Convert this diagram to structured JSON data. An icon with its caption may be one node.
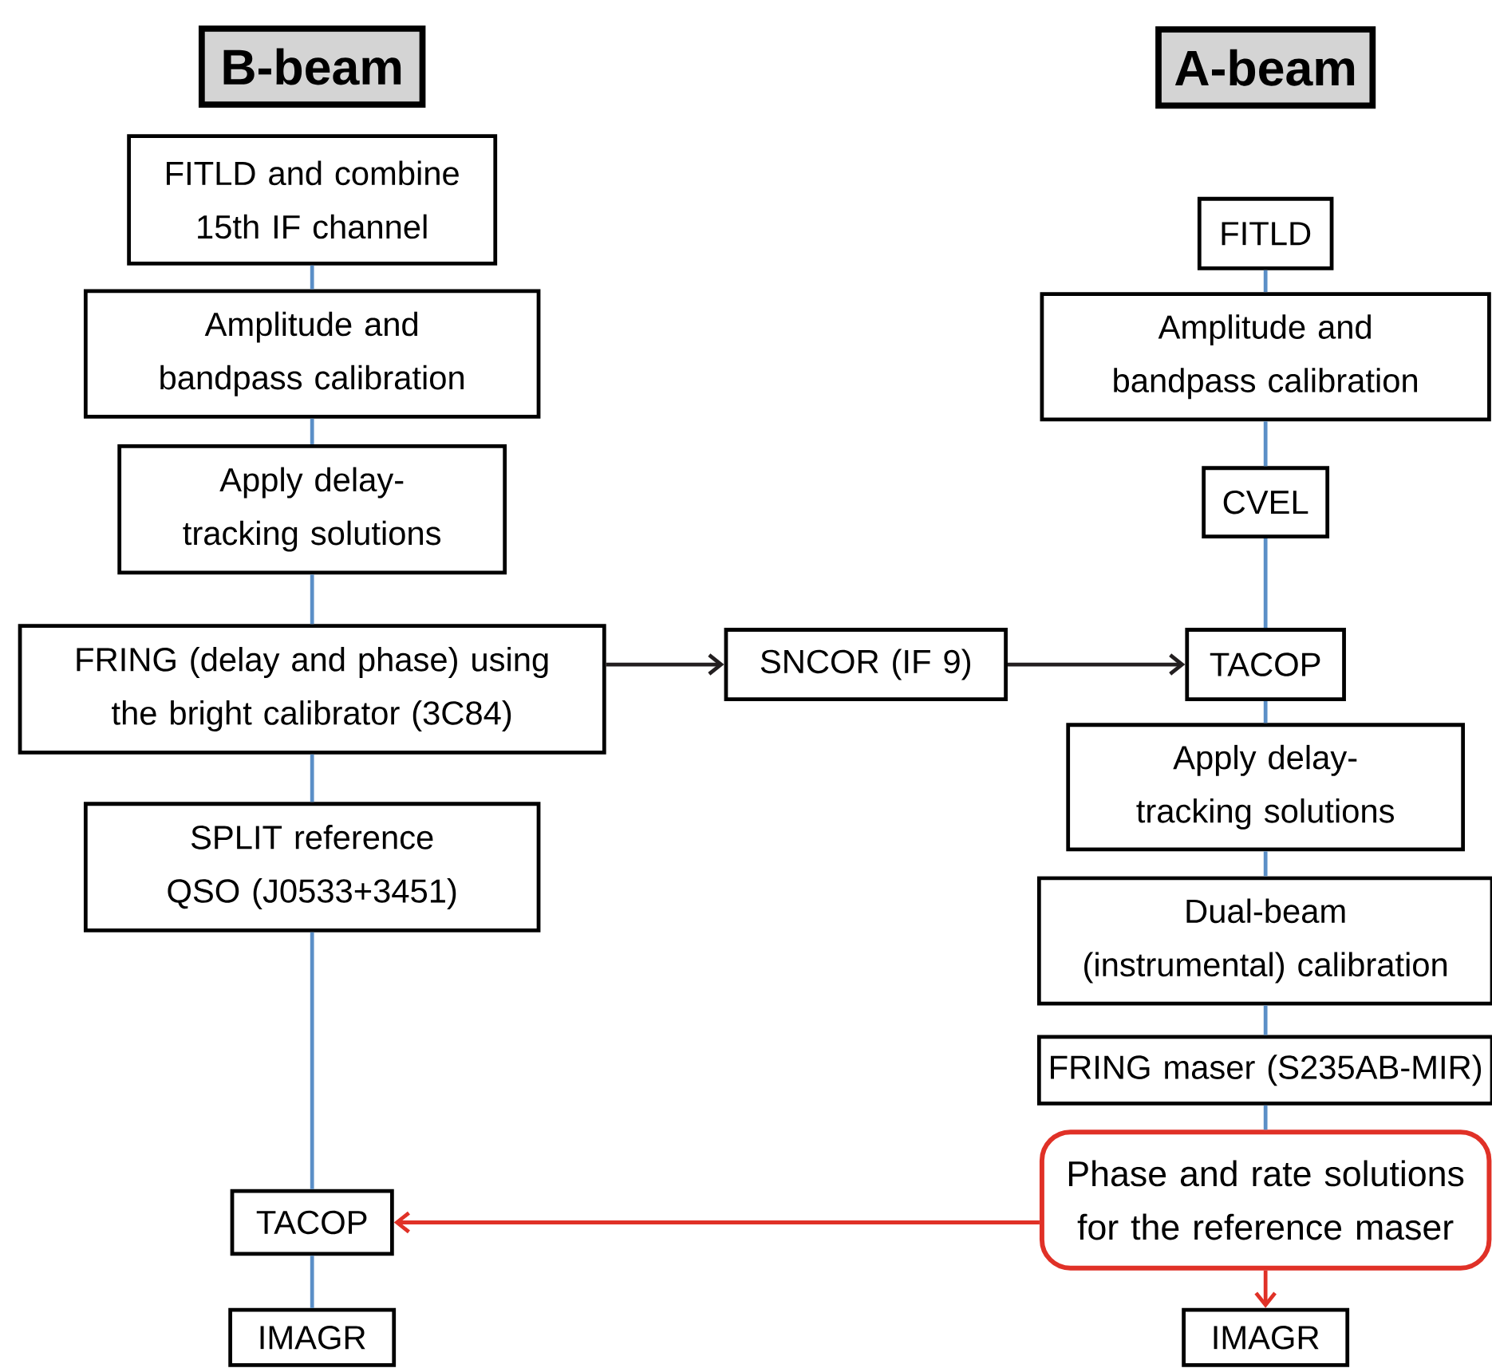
{
  "diagram": {
    "nodes": [
      {
        "text": [
          "B-beam"
        ]
      },
      {
        "text": [
          "A-beam"
        ]
      },
      {
        "text": [
          "FITLD and combine 15th IF channel"
        ]
      },
      {
        "text": [
          "Amplitude and bandpass calibration"
        ]
      },
      {
        "text": [
          "Apply delay-tracking solutions"
        ]
      },
      {
        "text": [
          "FRING (delay and phase) using the bright calibrator (3C84)"
        ]
      },
      {
        "text": [
          "SPLIT reference QSO (J0533+3451)"
        ]
      },
      {
        "text": [
          "TACOP"
        ]
      },
      {
        "text": [
          "IMAGR"
        ]
      },
      {
        "text": [
          "SNCOR (IF 9)"
        ]
      },
      {
        "text": [
          "FITLD"
        ]
      },
      {
        "text": [
          "Amplitude and bandpass calibration"
        ]
      },
      {
        "text": [
          "CVEL"
        ]
      },
      {
        "text": [
          "TACOP"
        ]
      },
      {
        "text": [
          "Apply delay-tracking solutions"
        ]
      },
      {
        "text": [
          "Dual-beam (instrumental) calibration"
        ]
      },
      {
        "text": [
          "FRING maser (S235AB-MIR)"
        ]
      },
      {
        "text": [
          "Phase and rate solutions for the reference maser"
        ]
      },
      {
        "text": [
          "IMAGR"
        ]
      }
    ],
    "edges": [
      {
        "from": 2,
        "to": 3,
        "arrow": "none"
      },
      {
        "from": 3,
        "to": 4,
        "arrow": "none"
      },
      {
        "from": 4,
        "to": 5,
        "arrow": "none"
      },
      {
        "from": 5,
        "to": 6,
        "arrow": "none"
      },
      {
        "from": 6,
        "to": 7,
        "arrow": "none"
      },
      {
        "from": 7,
        "to": 8,
        "arrow": "none"
      },
      {
        "from": 5,
        "to": 9,
        "arrow": "to",
        "color": "#231f20"
      },
      {
        "from": 9,
        "to": 13,
        "arrow": "to",
        "color": "#231f20"
      },
      {
        "from": 10,
        "to": 11,
        "arrow": "none"
      },
      {
        "from": 11,
        "to": 12,
        "arrow": "none"
      },
      {
        "from": 12,
        "to": 13,
        "arrow": "none"
      },
      {
        "from": 13,
        "to": 14,
        "arrow": "none"
      },
      {
        "from": 14,
        "to": 15,
        "arrow": "none"
      },
      {
        "from": 15,
        "to": 16,
        "arrow": "none"
      },
      {
        "from": 16,
        "to": 17,
        "arrow": "none"
      },
      {
        "from": 17,
        "to": 7,
        "arrow": "to",
        "color": "#e03127"
      },
      {
        "from": 17,
        "to": 18,
        "arrow": "to",
        "color": "#e03127"
      }
    ]
  }
}
